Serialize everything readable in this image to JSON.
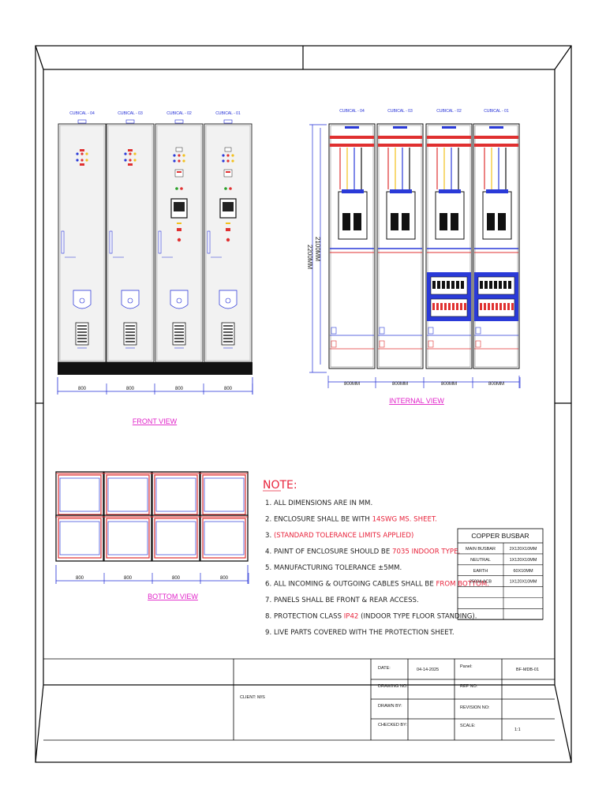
{
  "front_view": {
    "title": "FRONT VIEW",
    "cubicals": [
      "CUBICAL - 04",
      "CUBICAL - 03",
      "CUBICAL - 02",
      "CUBICAL - 01"
    ],
    "widths": [
      "800",
      "800",
      "800",
      "800"
    ]
  },
  "internal_view": {
    "title": "INTERNAL VIEW",
    "cubicals": [
      "CUBICAL - 04",
      "CUBICAL - 03",
      "CUBICAL - 02",
      "CUBICAL - 01"
    ],
    "widths": [
      "800MM",
      "800MM",
      "800MM",
      "800MM"
    ],
    "height_outer": "2200MM",
    "height_inner": "2100MM"
  },
  "bottom_view": {
    "title": "BOTTOM VIEW",
    "widths": [
      "800",
      "800",
      "800",
      "800"
    ]
  },
  "notes": {
    "title": "NOTE:",
    "items": [
      {
        "n": "1.",
        "parts": [
          {
            "t": "ALL DIMENSIONS ARE IN MM.",
            "c": "#222222"
          }
        ]
      },
      {
        "n": "2.",
        "parts": [
          {
            "t": "ENCLOSURE SHALL BE WITH ",
            "c": "#222222"
          },
          {
            "t": "14SWG MS. SHEET.",
            "c": "#e8243c"
          }
        ]
      },
      {
        "n": "3.",
        "parts": [
          {
            "t": "(STANDARD TOLERANCE LIMITS APPLIED)",
            "c": "#e8243c"
          }
        ]
      },
      {
        "n": "4.",
        "parts": [
          {
            "t": "PAINT OF ENCLOSURE SHOULD BE ",
            "c": "#222222"
          },
          {
            "t": "7035 INDOOR TYPE.",
            "c": "#e8243c"
          }
        ]
      },
      {
        "n": "5.",
        "parts": [
          {
            "t": "MANUFACTURING TOLERANCE ±5MM.",
            "c": "#222222"
          }
        ]
      },
      {
        "n": "6.",
        "parts": [
          {
            "t": "ALL INCOMING & OUTGOING CABLES SHALL BE ",
            "c": "#222222"
          },
          {
            "t": "FROM BOTTOM.",
            "c": "#e8243c"
          }
        ]
      },
      {
        "n": "7.",
        "parts": [
          {
            "t": "PANELS SHALL BE FRONT & REAR ACCESS.",
            "c": "#222222"
          }
        ]
      },
      {
        "n": "8.",
        "parts": [
          {
            "t": "PROTECTION CLASS ",
            "c": "#222222"
          },
          {
            "t": "IP42",
            "c": "#e8243c"
          },
          {
            "t": " (INDOOR TYPE FLOOR STANDING).",
            "c": "#222222"
          }
        ]
      },
      {
        "n": "9.",
        "parts": [
          {
            "t": "LIVE PARTS COVERED WITH THE PROTECTION SHEET.",
            "c": "#222222"
          }
        ]
      }
    ]
  },
  "busbar_table": {
    "title": "COPPER BUSBAR",
    "rows": [
      [
        "MAIN BUSBAR",
        "2X120X10MM"
      ],
      [
        "NEUTRAL",
        "1X120X10MM"
      ],
      [
        "EARTH",
        "60X10MM"
      ],
      [
        "2500A ACB",
        "1X120X10MM"
      ],
      [
        "",
        ""
      ],
      [
        "",
        ""
      ],
      [
        "",
        ""
      ]
    ]
  },
  "title_block": {
    "client_label": "CLIENT: M/S",
    "date_label": "DATE:",
    "date_value": "04-14-2025",
    "panel_label": "Panel:",
    "panel_value": "BF-MDB-01",
    "drawing_no_label": "DRAWING NO:",
    "ref_no_label": "REF NO:",
    "drawn_by_label": "DRAWN BY:",
    "revision_no_label": "REVISION NO:",
    "checked_by_label": "CHECKED BY:",
    "scale_label": "SCALE:",
    "scale_value": "1:1"
  },
  "colors": {
    "frame": "#000000",
    "dimension_blue": "#1f2bd6",
    "label_magenta": "#e020c8",
    "note_red": "#e8243c",
    "panel_fill": "#f2f2f2",
    "busbar_red": "#e03030",
    "tray_blue": "#2a3ad8"
  }
}
